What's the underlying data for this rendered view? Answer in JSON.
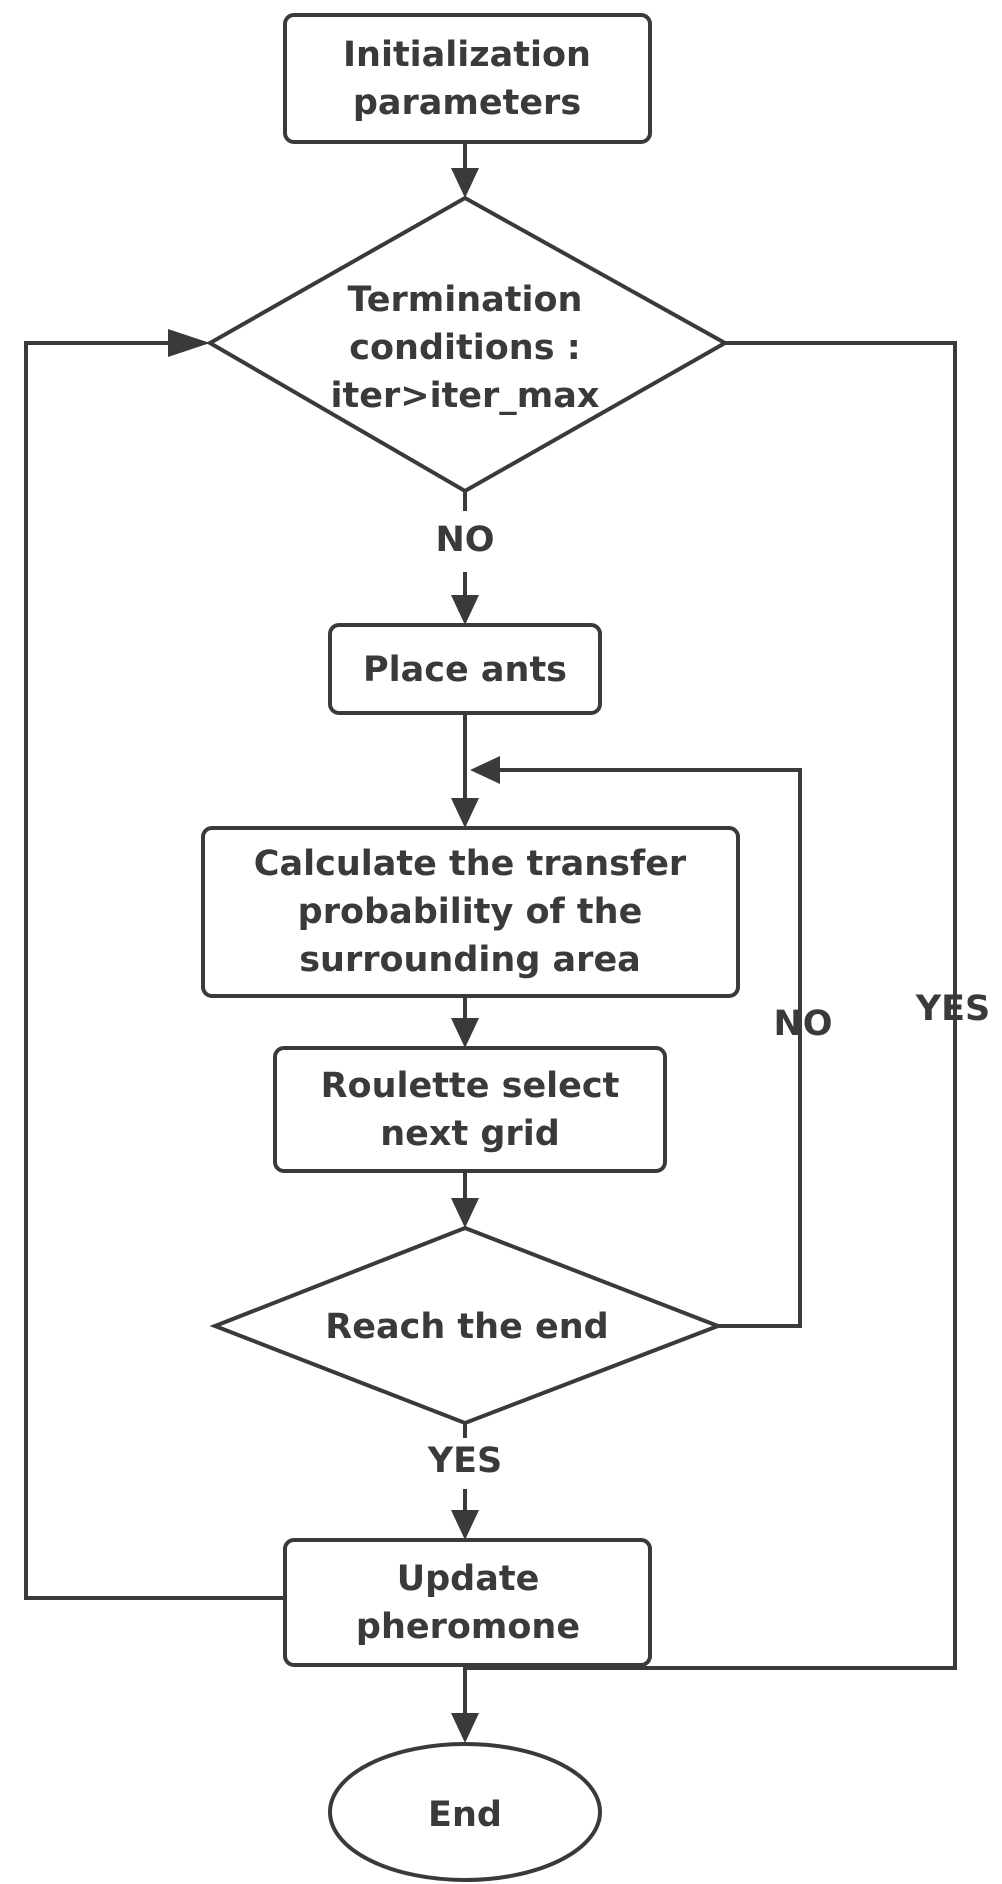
{
  "nodes": {
    "init": {
      "lines": [
        "Initialization",
        "parameters"
      ]
    },
    "termination": {
      "lines": [
        "Termination",
        "conditions :",
        "iter>iter_max"
      ]
    },
    "place": {
      "lines": [
        "Place ants"
      ]
    },
    "calculate": {
      "lines": [
        "Calculate the transfer",
        "probability of the",
        "surrounding area"
      ]
    },
    "roulette": {
      "lines": [
        "Roulette select",
        "next grid"
      ]
    },
    "reach": {
      "lines": [
        "Reach the end"
      ]
    },
    "update": {
      "lines": [
        "Update",
        "pheromone"
      ]
    },
    "end": {
      "lines": [
        "End"
      ]
    }
  },
  "edge_labels": {
    "termination_no": "NO",
    "termination_yes": "YES",
    "reach_no": "NO",
    "reach_yes": "YES"
  },
  "colors": {
    "stroke": "#3a3a3a",
    "fill": "#ffffff",
    "text": "#3a3a3a"
  }
}
